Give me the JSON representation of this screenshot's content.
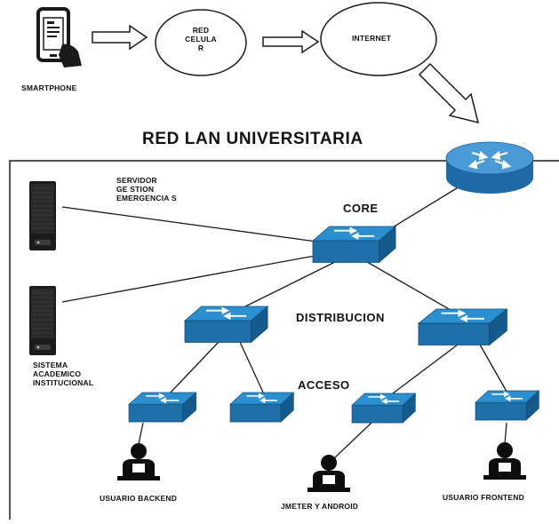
{
  "labels": {
    "smartphone": "SMARTPHONE",
    "red_celular": "RED\nCELULA\nR",
    "internet": "INTERNET",
    "lan_title": "RED LAN UNIVERSITARIA",
    "servidor": "SERVIDOR\nGE STION\nEMERGENCIA S",
    "core": "CORE",
    "distribucion": "DISTRIBUCION",
    "acceso": "ACCESO",
    "sistema": "SISTEMA\nACADEMICO\nINSTITUCIONAL",
    "usuario_backend": "USUARIO BACKEND",
    "jmeter_android": "JMETER Y ANDROID",
    "usuario_frontend": "USUARIO FRONTEND"
  },
  "colors": {
    "switch_top": "#2c8fd0",
    "switch_front": "#1f6fa9",
    "switch_side": "#155a8c",
    "router_top": "#4a9ad6",
    "router_body": "#1f6aa5",
    "server_body": "#1b1b1b",
    "line": "#1a1a1a"
  },
  "icons": [
    "smartphone-icon",
    "router-icon",
    "server-icon",
    "switch-icon",
    "user-icon"
  ]
}
